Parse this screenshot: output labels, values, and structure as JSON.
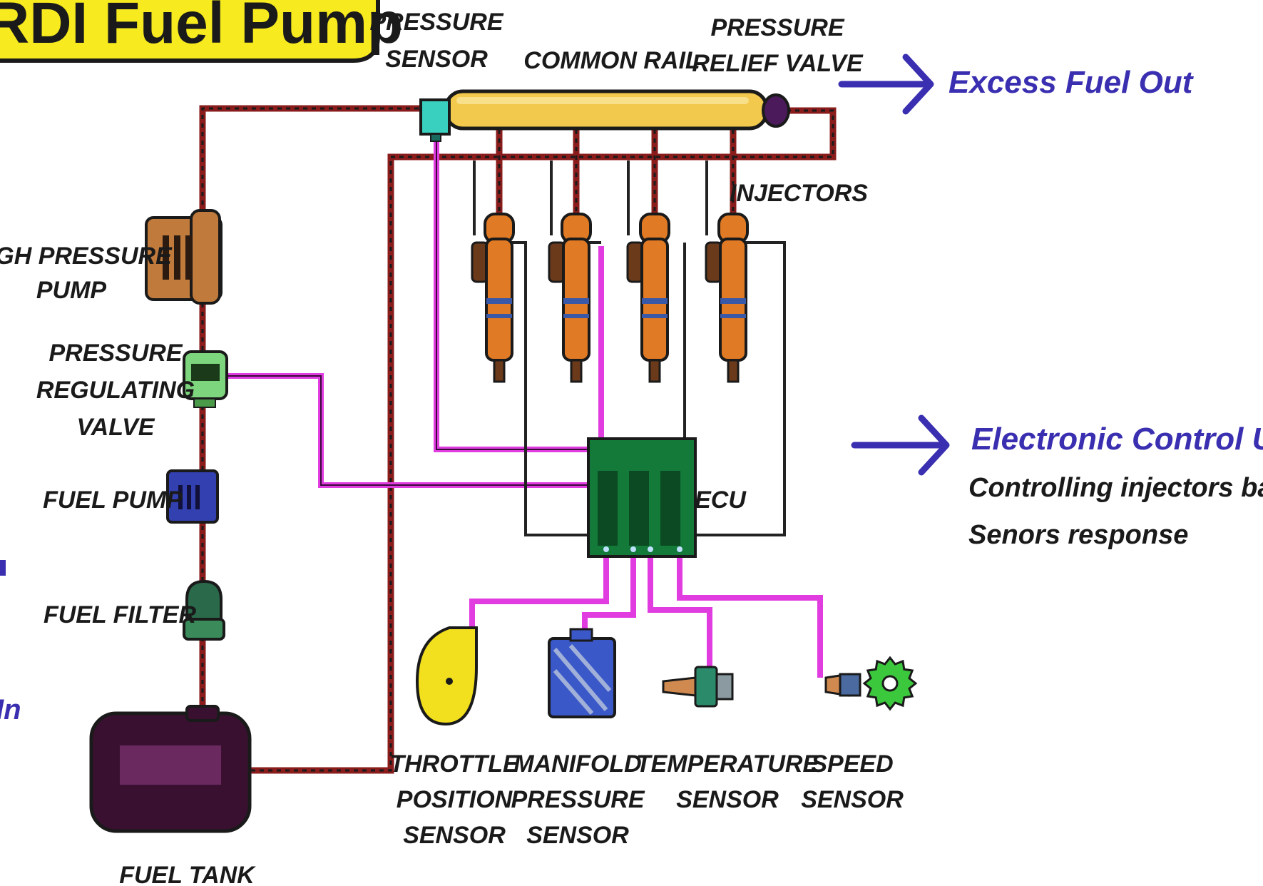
{
  "title": "RDI Fuel Pump",
  "colors": {
    "title_bg": "#f7ea1e",
    "fuel_line": "#8a1c1c",
    "signal_line": "#e03ce0",
    "control_wire": "#222222",
    "arrow_blue": "#3a2fb0",
    "rail": "#f2c94c",
    "ecu": "#137a3a",
    "injector": "#e07a24"
  },
  "labels": {
    "pressure_sensor": [
      "PRESSURE",
      "SENSOR"
    ],
    "common_rail": "COMMON RAIL",
    "pressure_relief_valve": [
      "PRESSURE",
      "RELIEF VALVE"
    ],
    "injectors": "INJECTORS",
    "high_pressure_pump": [
      "HIGH PRESSURE",
      "PUMP"
    ],
    "pressure_regulating_valve": [
      "PRESSURE",
      "REGULATING",
      "VALVE"
    ],
    "fuel_pump": "FUEL PUMP",
    "fuel_filter": "FUEL FILTER",
    "fuel_tank": "FUEL TANK",
    "ecu": "ECU",
    "throttle_position_sensor": [
      "THROTTLE",
      "POSITION",
      "SENSOR"
    ],
    "manifold_pressure_sensor": [
      "MANIFOLD",
      "PRESSURE",
      "SENSOR"
    ],
    "temperature_sensor": [
      "TEMPERATURE",
      "SENSOR"
    ],
    "speed_sensor": [
      "SPEED",
      "SENSOR"
    ],
    "excess_fuel_out": "Excess Fuel Out",
    "electronic_control_unit": "Electronic Control Unit",
    "ecu_description": [
      "Controlling injectors based on",
      "Senors response"
    ],
    "left_edge_partial": "In"
  },
  "icons": [
    "arrow-right-icon",
    "injector-icon",
    "pump-icon",
    "filter-icon",
    "tank-icon",
    "gear-icon",
    "ecu-chip-icon"
  ]
}
